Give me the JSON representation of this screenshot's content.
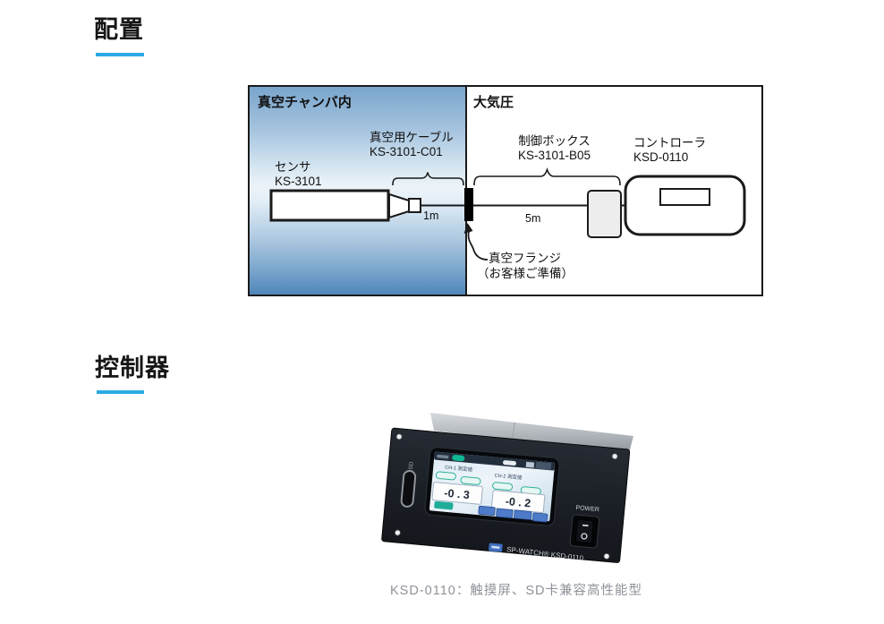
{
  "accent": "#29abe2",
  "headings": {
    "layout": "配置",
    "controller": "控制器"
  },
  "diagram": {
    "left_zone": "真空チャンバ内",
    "right_zone": "大気圧",
    "sensor_name": "センサ",
    "sensor_model": "KS-3101",
    "cable_name": "真空用ケーブル",
    "cable_model": "KS-3101-C01",
    "cable_length": "1m",
    "box_name": "制御ボックス",
    "box_model": "KS-3101-B05",
    "box_cable_length": "5m",
    "ctrl_name": "コントローラ",
    "ctrl_model": "KSD-0110",
    "flange_line1": "真空フランジ",
    "flange_line2": "（お客様ご準備）"
  },
  "device": {
    "sd": "SD",
    "power": "POWER",
    "brand_model": "SP-WATCH® KSD-0110",
    "screen": {
      "ch1_label": "CH-1 測定値",
      "ch2_label": "CH-2 測定値",
      "ch1_value": "-0 . 3",
      "ch2_value": "-0 . 2"
    }
  },
  "caption": "KSD-0110：触摸屏、SD卡兼容高性能型"
}
